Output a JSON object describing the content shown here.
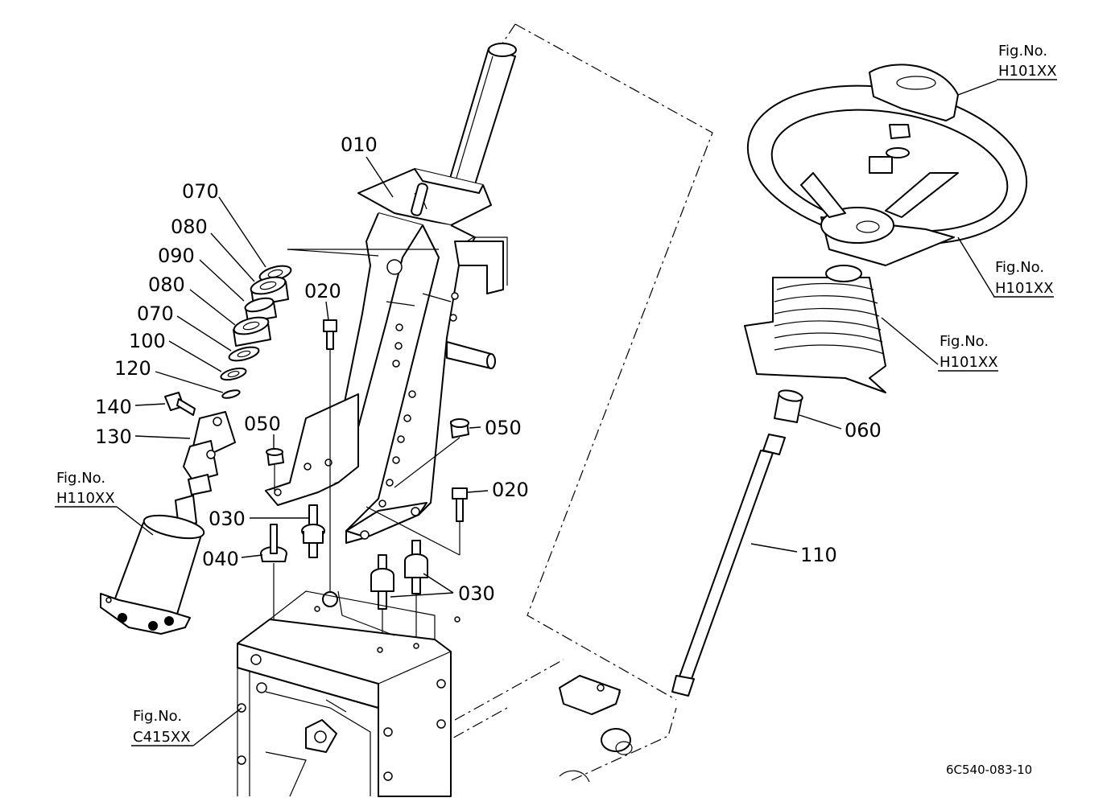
{
  "drawing_code": "6C540-083-10",
  "callouts": {
    "p010": "010",
    "p020_a": "020",
    "p020_b": "020",
    "p030_a": "030",
    "p030_b": "030",
    "p040": "040",
    "p050_a": "050",
    "p050_b": "050",
    "p060": "060",
    "p070_a": "070",
    "p070_b": "070",
    "p080_a": "080",
    "p080_b": "080",
    "p090": "090",
    "p100": "100",
    "p110": "110",
    "p120": "120",
    "p130": "130",
    "p140": "140"
  },
  "figure_refs": {
    "steering_wheel_cap": {
      "caption": "Fig.No.",
      "code": "H101XX"
    },
    "steering_wheel": {
      "caption": "Fig.No.",
      "code": "H101XX"
    },
    "boot_cover": {
      "caption": "Fig.No.",
      "code": "H101XX"
    },
    "steering_unit": {
      "caption": "Fig.No.",
      "code": "H110XX"
    },
    "frame": {
      "caption": "Fig.No.",
      "code": "C415XX"
    }
  }
}
